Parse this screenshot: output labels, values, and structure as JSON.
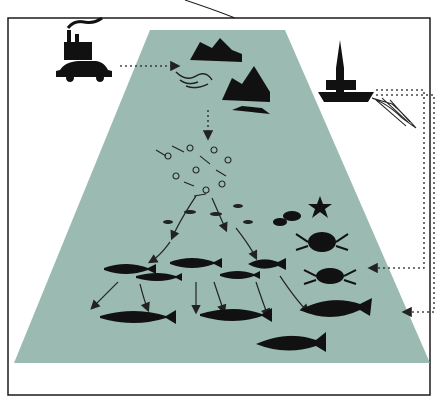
{
  "diagram": {
    "kind": "marine food web pyramid",
    "colors": {
      "pyramid_fill": "#9bbbb2",
      "frame_stroke": "#1a1a1a",
      "ink": "#111111",
      "arrow": "#222222"
    },
    "icons": [
      "factory-icon",
      "car-icon",
      "iceberg-icon",
      "jellyfish-icon",
      "fishing-vessel-icon",
      "fishing-net-icon",
      "plankton-icon",
      "larva-icon",
      "starfish-icon",
      "mussel-icon",
      "crab-icon",
      "small-fish-icon",
      "cod-icon",
      "flatfish-icon",
      "salmon-icon"
    ],
    "connectors": [
      "emissions-to-ice",
      "ice-to-plankton",
      "vessel-to-crab",
      "vessel-to-flatfish"
    ]
  }
}
